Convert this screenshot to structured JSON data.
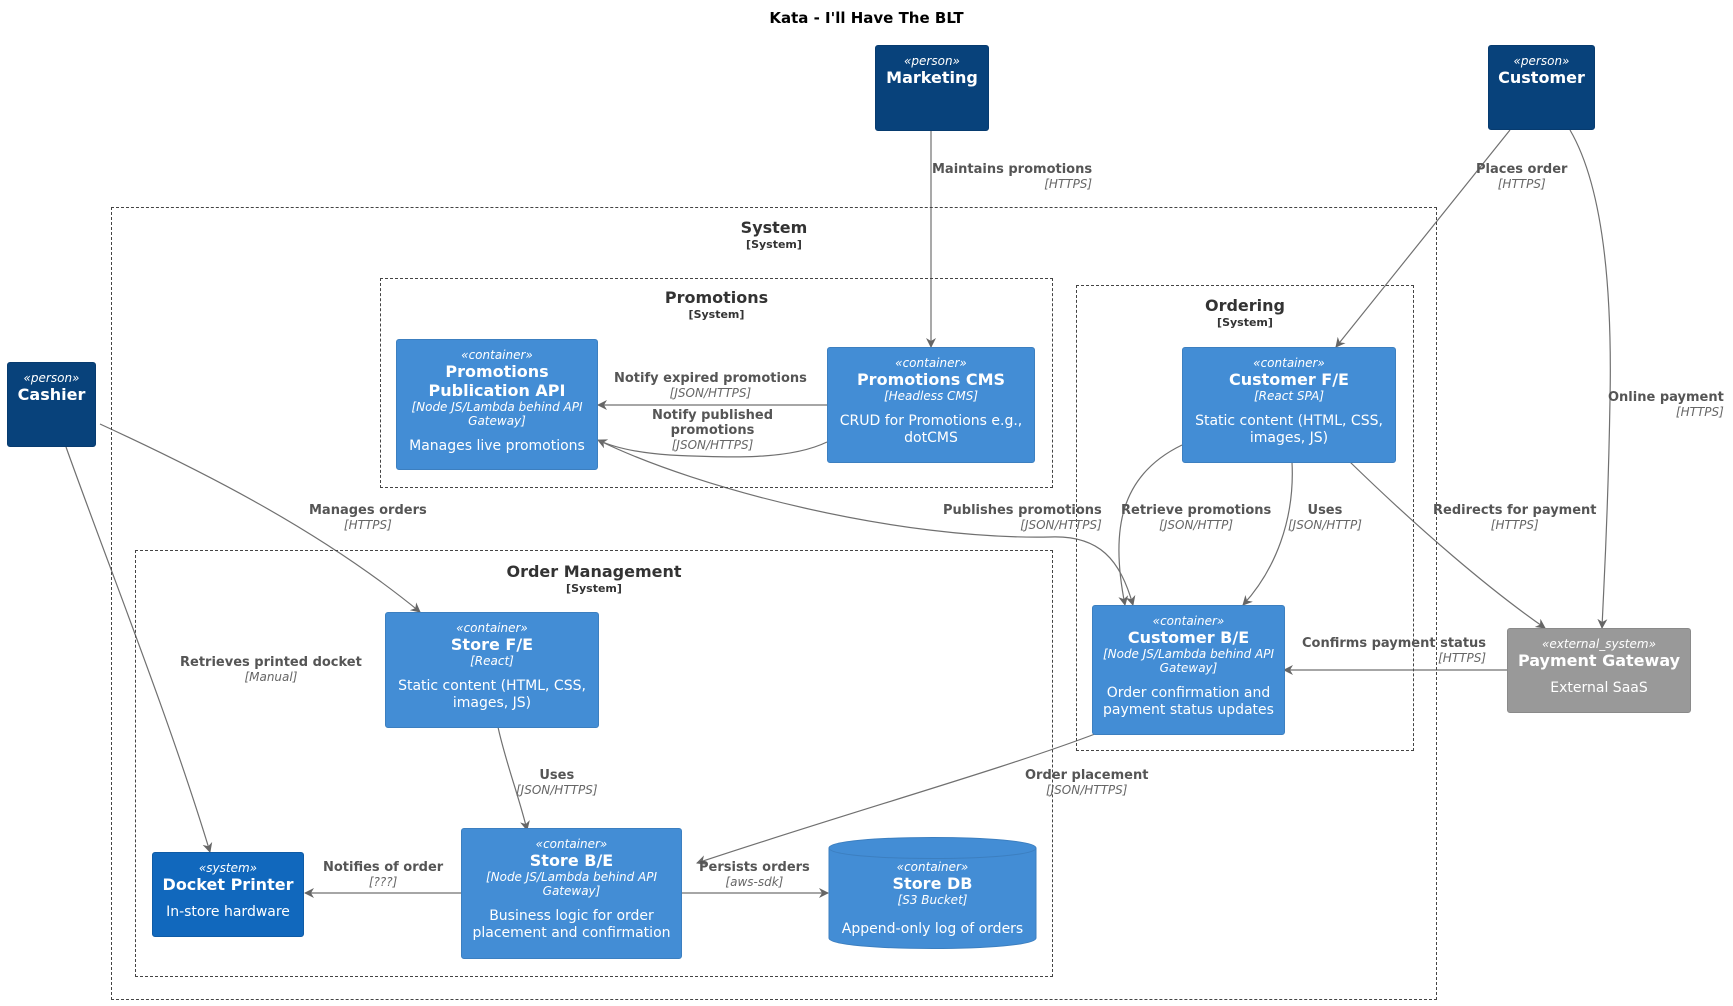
{
  "title": "Kata - I'll Have The BLT",
  "boundaries": {
    "system": {
      "name": "System",
      "type": "[System]"
    },
    "promotions": {
      "name": "Promotions",
      "type": "[System]"
    },
    "ordering": {
      "name": "Ordering",
      "type": "[System]"
    },
    "order_management": {
      "name": "Order Management",
      "type": "[System]"
    }
  },
  "nodes": {
    "marketing": {
      "stereotype": "«person»",
      "name": "Marketing"
    },
    "customer": {
      "stereotype": "«person»",
      "name": "Customer"
    },
    "cashier": {
      "stereotype": "«person»",
      "name": "Cashier"
    },
    "promo_api": {
      "stereotype": "«container»",
      "name": "Promotions Publication API",
      "tech": "[Node JS/Lambda behind API Gateway]",
      "desc": "Manages live promotions"
    },
    "promo_cms": {
      "stereotype": "«container»",
      "name": "Promotions CMS",
      "tech": "[Headless CMS]",
      "desc": "CRUD for Promotions e.g., dotCMS"
    },
    "customer_fe": {
      "stereotype": "«container»",
      "name": "Customer F/E",
      "tech": "[React SPA]",
      "desc": "Static content (HTML, CSS, images, JS)"
    },
    "customer_be": {
      "stereotype": "«container»",
      "name": "Customer B/E",
      "tech": "[Node JS/Lambda behind API Gateway]",
      "desc": "Order confirmation and payment status updates"
    },
    "payment_gateway": {
      "stereotype": "«external_system»",
      "name": "Payment Gateway",
      "desc": "External SaaS"
    },
    "store_fe": {
      "stereotype": "«container»",
      "name": "Store F/E",
      "tech": "[React]",
      "desc": "Static content (HTML, CSS, images, JS)"
    },
    "store_be": {
      "stereotype": "«container»",
      "name": "Store B/E",
      "tech": "[Node JS/Lambda behind API Gateway]",
      "desc": "Business logic for order placement and confirmation"
    },
    "store_db": {
      "stereotype": "«container»",
      "name": "Store DB",
      "tech": "[S3 Bucket]",
      "desc": "Append-only log of orders"
    },
    "docket_printer": {
      "stereotype": "«system»",
      "name": "Docket Printer",
      "desc": "In-store hardware"
    }
  },
  "relations": {
    "maintains": {
      "label": "Maintains promotions",
      "tech": "[HTTPS]"
    },
    "places_order": {
      "label": "Places order",
      "tech": "[HTTPS]"
    },
    "online_payment": {
      "label": "Online payment",
      "tech": "[HTTPS]"
    },
    "notify_expired": {
      "label": "Notify expired promotions",
      "tech": "[JSON/HTTPS]"
    },
    "notify_published": {
      "label": "Notify published promotions",
      "tech": "[JSON/HTTPS]"
    },
    "manages_orders": {
      "label": "Manages orders",
      "tech": "[HTTPS]"
    },
    "publishes": {
      "label": "Publishes promotions",
      "tech": "[JSON/HTTPS]"
    },
    "retrieve_promos": {
      "label": "Retrieve promotions",
      "tech": "[JSON/HTTP]"
    },
    "uses_fe_be": {
      "label": "Uses",
      "tech": "[JSON/HTTP]"
    },
    "redirects": {
      "label": "Redirects for payment",
      "tech": "[HTTPS]"
    },
    "retrieves_docket": {
      "label": "Retrieves printed docket",
      "tech": "[Manual]"
    },
    "confirms_payment": {
      "label": "Confirms payment status",
      "tech": "[HTTPS]"
    },
    "uses_store": {
      "label": "Uses",
      "tech": "[JSON/HTTPS]"
    },
    "order_placement": {
      "label": "Order placement",
      "tech": "[JSON/HTTPS]"
    },
    "notifies": {
      "label": "Notifies of order",
      "tech": "[???]"
    },
    "persists": {
      "label": "Persists orders",
      "tech": "[aws-sdk]"
    }
  },
  "colors": {
    "person": "#08427b",
    "container": "#438dd5",
    "system": "#1168bd",
    "external": "#999999",
    "edge": "#707070"
  }
}
